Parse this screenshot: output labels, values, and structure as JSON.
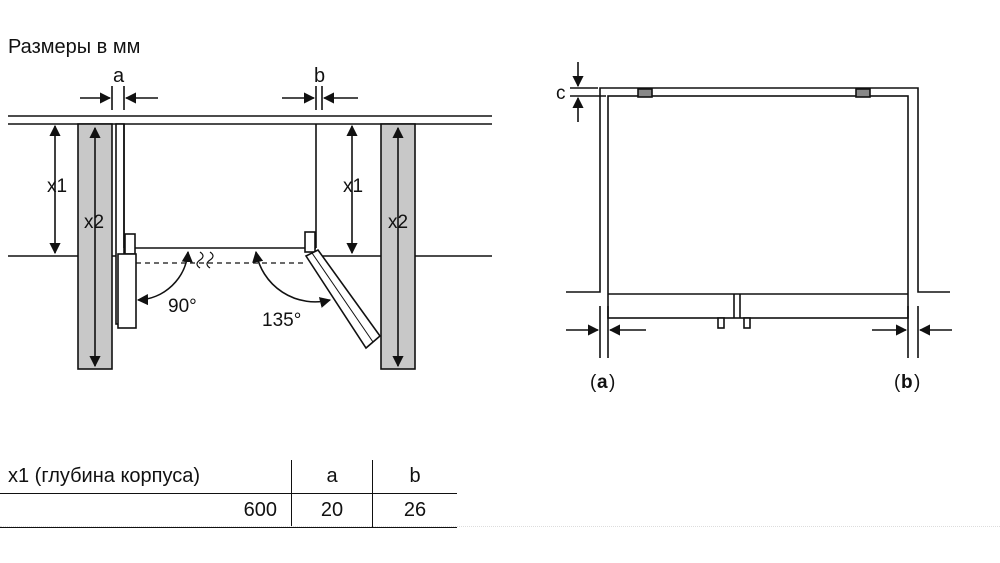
{
  "title": "Размеры в мм",
  "labels": {
    "a": "a",
    "b": "b",
    "c": "c",
    "x1": "x1",
    "x2": "x2",
    "angle90": "90°",
    "angle135": "135°",
    "a_paren": "a",
    "b_paren": "b"
  },
  "table": {
    "headers": [
      "x1 (глубина корпуса)",
      "a",
      "b"
    ],
    "rows": [
      [
        "600",
        "20",
        "26"
      ]
    ]
  }
}
